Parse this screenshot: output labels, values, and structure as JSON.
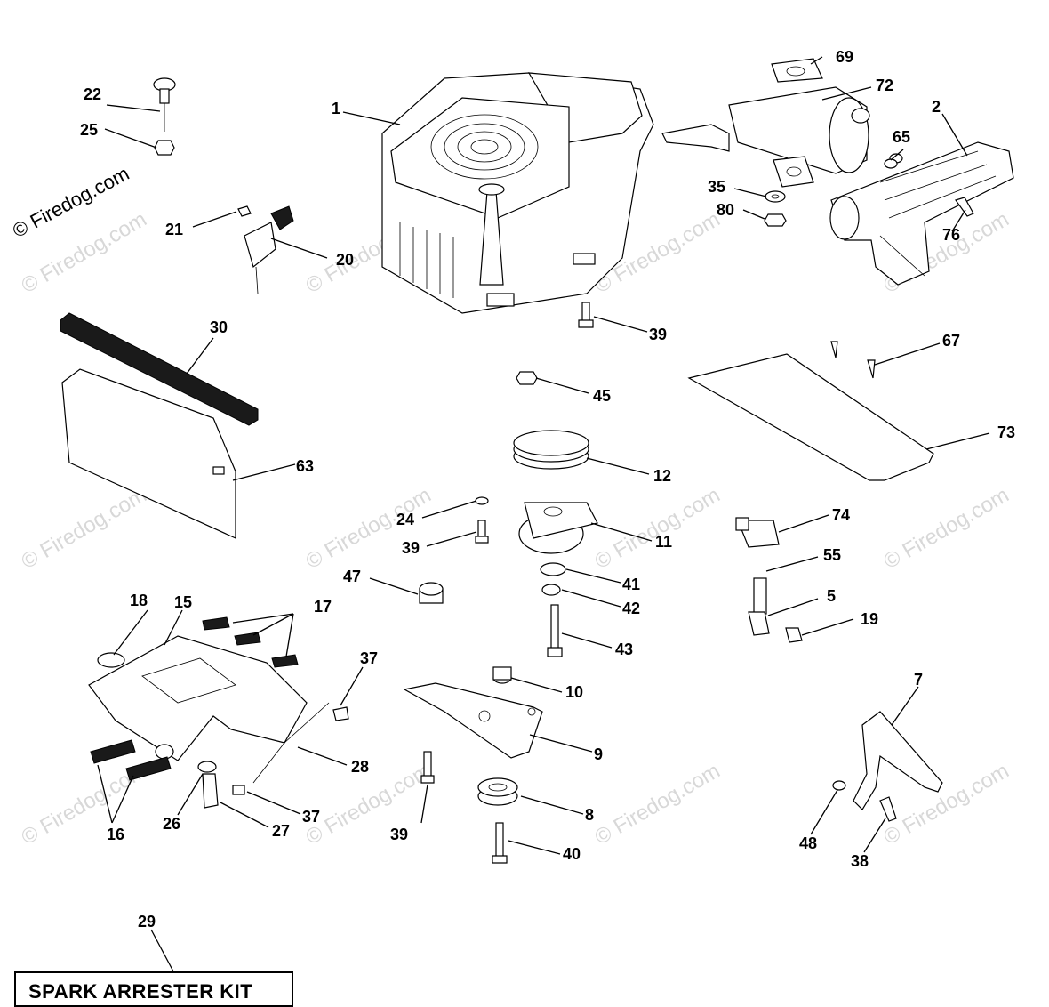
{
  "watermark": {
    "text": "© Firedog.com"
  },
  "kit": {
    "label": "SPARK ARRESTER KIT"
  },
  "callouts": [
    "1",
    "2",
    "5",
    "7",
    "8",
    "9",
    "10",
    "11",
    "12",
    "15",
    "16",
    "17",
    "18",
    "19",
    "20",
    "21",
    "22",
    "24",
    "25",
    "26",
    "27",
    "28",
    "29",
    "30",
    "35",
    "37",
    "37",
    "38",
    "39",
    "39",
    "39",
    "40",
    "41",
    "42",
    "43",
    "45",
    "47",
    "48",
    "55",
    "63",
    "65",
    "67",
    "69",
    "72",
    "73",
    "74",
    "76",
    "80"
  ]
}
